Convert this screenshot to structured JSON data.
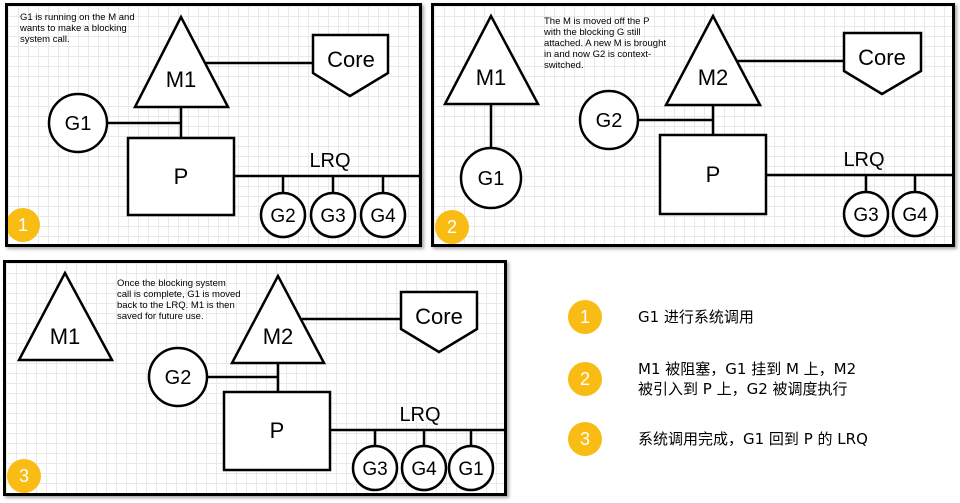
{
  "panels": [
    {
      "note": "G1 is running on the M and wants to make a blocking system call.",
      "m_label": "M1",
      "core_label": "Core",
      "p_label": "P",
      "lrq_label": "LRQ",
      "attached_g": "G1",
      "queue": [
        "G2",
        "G3",
        "G4"
      ],
      "badge": "1"
    },
    {
      "note": "The M is moved off the P with the blocking G still attached. A new M is brought in and now G2 is context-switched.",
      "detached_m_label": "M1",
      "detached_g": "G1",
      "m_label": "M2",
      "core_label": "Core",
      "p_label": "P",
      "lrq_label": "LRQ",
      "attached_g": "G2",
      "queue": [
        "G3",
        "G4"
      ],
      "badge": "2"
    },
    {
      "note": "Once the blocking system call is complete, G1 is moved back to the LRQ. M1 is then saved for future use.",
      "idle_m_label": "M1",
      "m_label": "M2",
      "core_label": "Core",
      "p_label": "P",
      "lrq_label": "LRQ",
      "attached_g": "G2",
      "queue": [
        "G3",
        "G4",
        "G1"
      ],
      "badge": "3"
    }
  ],
  "legend": [
    {
      "number": "1",
      "text": "G1 进行系统调用"
    },
    {
      "number": "2",
      "text": "M1 被阻塞，G1 挂到 M 上，M2\n被引入到 P 上，G2 被调度执行"
    },
    {
      "number": "3",
      "text": "系统调用完成，G1 回到 P 的 LRQ"
    }
  ],
  "colors": {
    "badge": "#f9bc15",
    "line": "#000000"
  }
}
